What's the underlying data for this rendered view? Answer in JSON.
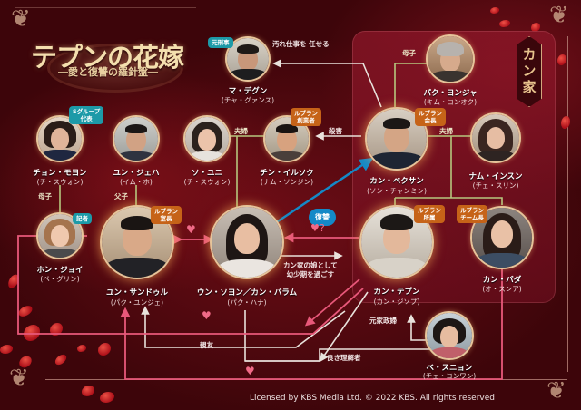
{
  "title": {
    "main": "テプンの花嫁",
    "subtitle": "―愛と復讐の羅針盤―"
  },
  "family_group": {
    "label": "カン家"
  },
  "characters": {
    "ma_daegun": {
      "name": "マ・デグン",
      "actor": "(チャ・グァンス)",
      "badge": "元刑事",
      "badge_color": "teal"
    },
    "baek_youngja": {
      "name": "パク・ヨンジャ",
      "actor": "(キム・ヨンオク)"
    },
    "jung_moyeon": {
      "name": "チョン・モヨン",
      "actor": "(チ・スウォン)",
      "badge": "Sグループ\n代表",
      "badge_color": "teal"
    },
    "yoon_jaeha": {
      "name": "ユン・ジェハ",
      "actor": "(イム・ホ)"
    },
    "so_yuni": {
      "name": "ソ・ユニ",
      "actor": "(チ・スウォン)"
    },
    "jin_ilseok": {
      "name": "チン・イルソク",
      "actor": "(ナム・ソンジン)",
      "badge": "ルブラン\n創業者",
      "badge_color": "orange"
    },
    "kang_baeksan": {
      "name": "カン・ベクサン",
      "actor": "(ソン・チャンミン)",
      "badge": "ルブラン\n会長",
      "badge_color": "orange"
    },
    "nam_insun": {
      "name": "ナム・インスン",
      "actor": "(チェ・スリン)"
    },
    "hong_joy": {
      "name": "ホン・ジョイ",
      "actor": "(ペ・グリン)",
      "badge": "記者",
      "badge_color": "teal"
    },
    "yoon_sandeul": {
      "name": "ユン・サンドゥル",
      "actor": "(パク・ユンジェ)",
      "badge": "ルブラン\n室長",
      "badge_color": "orange"
    },
    "eun_seoyeon": {
      "name": "ウン・ソヨン／カン・バラム",
      "actor": "(パク・ハナ)"
    },
    "kang_taepoong": {
      "name": "カン・テプン",
      "actor": "(カン・ジソプ)",
      "badge": "ルブラン\n所属",
      "badge_color": "orange"
    },
    "kang_bada": {
      "name": "カン・バダ",
      "actor": "(オ・スンア)",
      "badge": "ルブラン\nチーム長",
      "badge_color": "orange"
    },
    "bae_sunyoung": {
      "name": "ベ・スニョン",
      "actor": "(チェ・ヨンワン)"
    }
  },
  "relations": {
    "dirty_work": "汚れ仕事を\n任せる",
    "mother_son_baek": "母子",
    "murder": "殺害",
    "couple_so_jin": "夫婦",
    "couple_kang_nam": "夫婦",
    "mother_child_jung": "母子",
    "father_son_yoon": "父子",
    "revenge": "復讐",
    "love_question": "♥?",
    "childhood": "カン家の娘として\n幼少期を過ごす",
    "ex_housekeeper": "元家政婦",
    "best_friend": "親友",
    "good_understander": "良き理解者"
  },
  "colors": {
    "background": "#4a070d",
    "family_box": "#8c1628",
    "line_green": "#b6c77e",
    "line_pink": "#e8587a",
    "line_white": "#e9e2dc",
    "revenge_blue": "#1489c7",
    "badge_teal": "#1d9aa8",
    "badge_orange": "#c66318",
    "gold": "#e6c49a"
  },
  "footer": {
    "license": "Licensed by KBS Media Ltd. © 2022 KBS. All rights reserved"
  }
}
